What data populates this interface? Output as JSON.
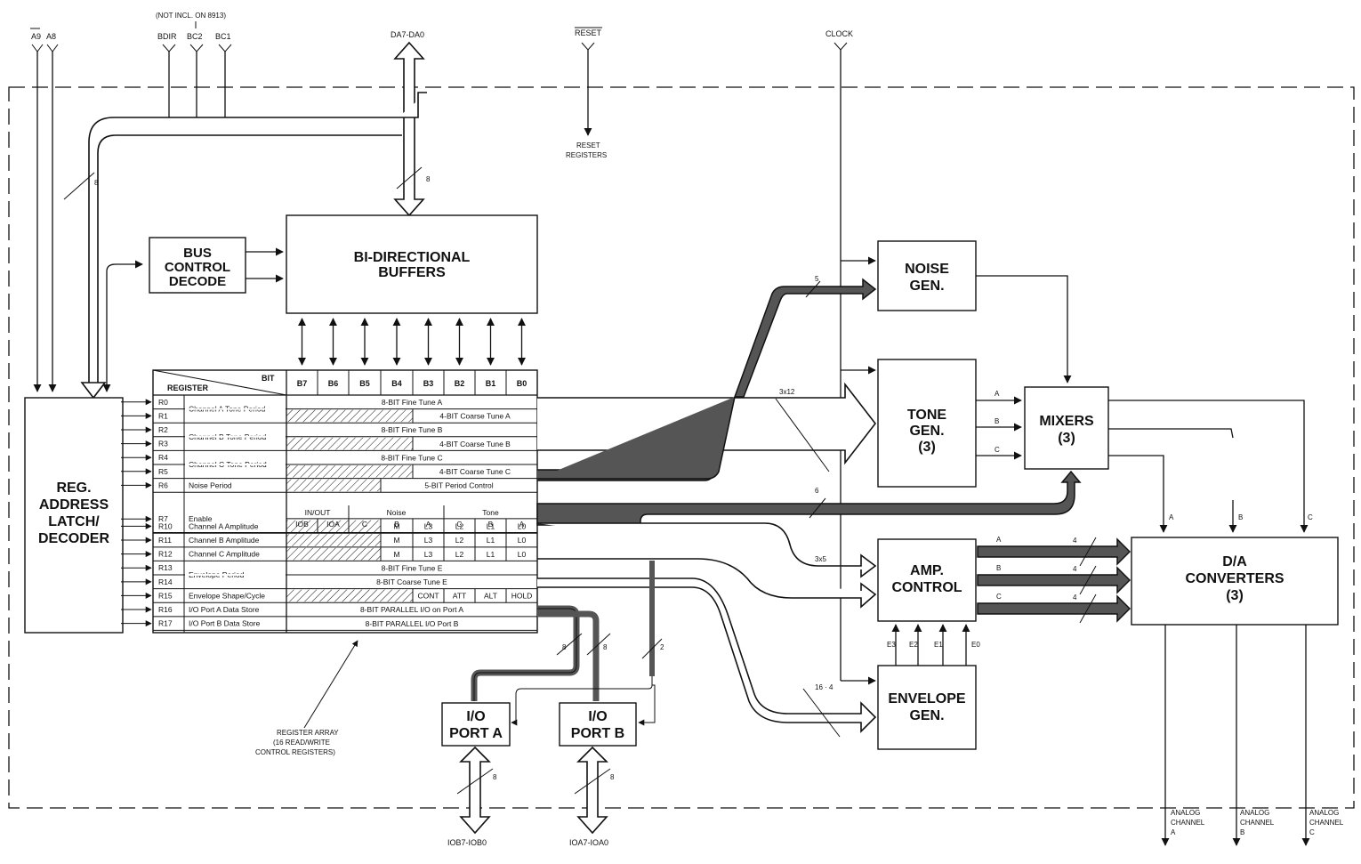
{
  "signals": {
    "a9": "A9",
    "a8": "A8",
    "not_incl": "(NOT INCL. ON 8913)",
    "bdir": "BDIR",
    "bc2": "BC2",
    "bc1": "BC1",
    "da_bus": "DA7-DA0",
    "reset": "RESET",
    "reset_registers": [
      "RESET",
      "REGISTERS"
    ],
    "clock": "CLOCK",
    "iob_bus": "IOB7-IOB0",
    "ioa_bus": "IOA7-IOA0"
  },
  "blocks": {
    "bus_control": [
      "BUS",
      "CONTROL",
      "DECODE"
    ],
    "bidir": [
      "BI-DIRECTIONAL",
      "BUFFERS"
    ],
    "reg_latch": [
      "REG.",
      "ADDRESS",
      "LATCH/",
      "DECODER"
    ],
    "noise_gen": [
      "NOISE",
      "GEN."
    ],
    "tone_gen": [
      "TONE",
      "GEN.",
      "(3)"
    ],
    "mixers": [
      "MIXERS",
      "(3)"
    ],
    "amp_control": [
      "AMP.",
      "CONTROL"
    ],
    "envelope_gen": [
      "ENVELOPE",
      "GEN."
    ],
    "da_converters": [
      "D/A",
      "CONVERTERS",
      "(3)"
    ],
    "io_port_a": [
      "I/O",
      "PORT A"
    ],
    "io_port_b": [
      "I/O",
      "PORT B"
    ]
  },
  "bus_widths": {
    "addr": "8",
    "data": "8",
    "noise": "5",
    "tone": "3x12",
    "mixer": "6",
    "amp": "3x5",
    "env": "16 · 4",
    "port_a": "8",
    "port_b": "8",
    "enable_io": "2",
    "da_a": "4",
    "da_b": "4",
    "da_c": "4",
    "iob_ext": "8",
    "ioa_ext": "8"
  },
  "channel_labels": {
    "mix_a": "A",
    "mix_b": "B",
    "mix_c": "C",
    "tone_a": "A",
    "tone_b": "B",
    "tone_c": "C",
    "amp_a": "A",
    "amp_b": "B",
    "amp_c": "C",
    "e3": "E3",
    "e2": "E2",
    "e1": "E1",
    "e0": "E0"
  },
  "outputs": [
    [
      "ANALOG",
      "CHANNEL",
      "A"
    ],
    [
      "ANALOG",
      "CHANNEL",
      "B"
    ],
    [
      "ANALOG",
      "CHANNEL",
      "C"
    ]
  ],
  "register_array": {
    "caption": [
      "REGISTER ARRAY",
      "(16 READ/WRITE",
      "CONTROL REGISTERS)"
    ],
    "header_bit": "BIT",
    "header_register": "REGISTER",
    "bits": [
      "B7",
      "B6",
      "B5",
      "B4",
      "B3",
      "B2",
      "B1",
      "B0"
    ],
    "registers": [
      "R0",
      "R1",
      "R2",
      "R3",
      "R4",
      "R5",
      "R6",
      "R7",
      "R10",
      "R11",
      "R12",
      "R13",
      "R14",
      "R15",
      "R16",
      "R17"
    ],
    "functions": {
      "ch_a_tone": "Channel A Tone Period",
      "ch_b_tone": "Channel B Tone Period",
      "ch_c_tone": "Channel C Tone Period",
      "noise": "Noise Period",
      "enable": "Enable",
      "ch_a_amp": "Channel A Amplitude",
      "ch_b_amp": "Channel B Amplitude",
      "ch_c_amp": "Channel C Amplitude",
      "env_period": "Envelope Period",
      "env_shape": "Envelope Shape/Cycle",
      "port_a_store": "I/O Port A Data Store",
      "port_b_store": "I/O Port B Data Store"
    },
    "contents": {
      "fine_a": "8-BIT Fine Tune A",
      "coarse_a": "4-BIT Coarse Tune A",
      "fine_b": "8-BIT Fine Tune B",
      "coarse_b": "4-BIT Coarse Tune B",
      "fine_c": "8-BIT Fine Tune C",
      "coarse_c": "4-BIT Coarse Tune C",
      "noise_ctl": "5-BIT Period Control",
      "in_out": "IN/OUT",
      "noise_hdr": "Noise",
      "tone_hdr": "Tone",
      "enable_bits": [
        "IOB",
        "IOA",
        "C",
        "B",
        "A",
        "C",
        "B",
        "A"
      ],
      "amp_bits": [
        "M",
        "L3",
        "L2",
        "L1",
        "L0"
      ],
      "fine_e": "8-BIT Fine Tune E",
      "coarse_e": "8-BIT Coarse Tune E",
      "shape_bits": [
        "CONT",
        "ATT",
        "ALT",
        "HOLD"
      ],
      "port_a_io": "8-BIT PARALLEL I/O on Port A",
      "port_b_io": "8-BIT PARALLEL I/O Port B"
    }
  }
}
